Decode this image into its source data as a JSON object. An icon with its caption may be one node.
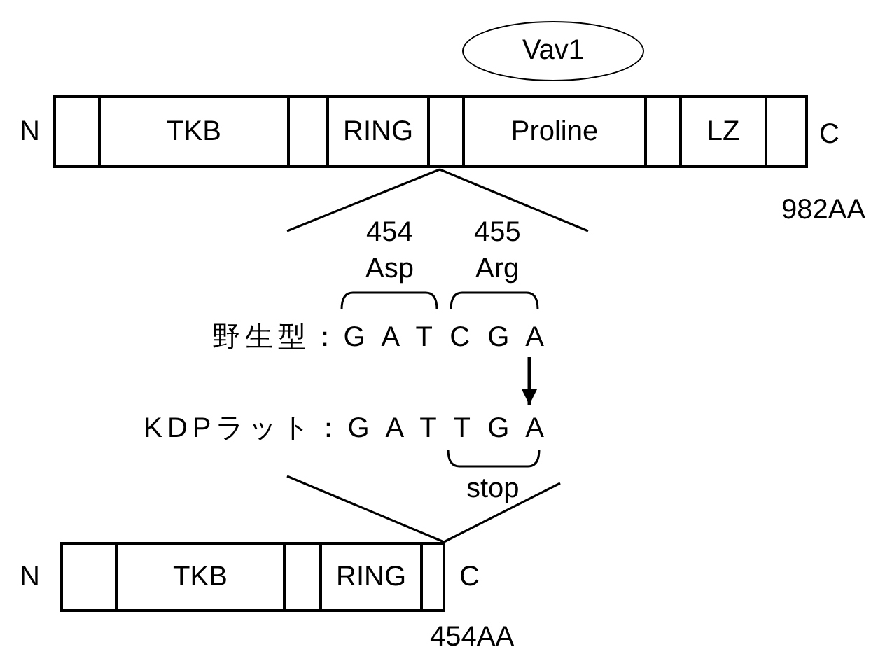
{
  "diagram": {
    "nodes": [
      {
        "text": [
          "Vav1"
        ]
      },
      {
        "text": [],
        "shape": "box"
      },
      {
        "text": [
          "TKB"
        ]
      },
      {
        "text": [],
        "shape": "box"
      },
      {
        "text": [
          "RING"
        ]
      },
      {
        "text": [],
        "shape": "box"
      },
      {
        "text": [
          "Proline"
        ]
      },
      {
        "text": [],
        "shape": "box"
      },
      {
        "text": [
          "LZ"
        ]
      },
      {
        "text": [],
        "shape": "box"
      },
      {
        "text": [
          "野生型：G A T C G A"
        ]
      },
      {
        "text": [
          "KDPラット：G A T T G A"
        ]
      },
      {
        "text": [],
        "shape": "box"
      },
      {
        "text": [
          "TKB"
        ]
      },
      {
        "text": [],
        "shape": "box"
      },
      {
        "text": [
          "RING"
        ]
      },
      {
        "text": [],
        "shape": "box"
      }
    ],
    "edges": [
      {
        "from": 10,
        "to": 11,
        "arrow": "to"
      }
    ],
    "labels": [
      "N",
      "C",
      "982AA",
      "454",
      "455",
      "Asp",
      "Arg",
      "stop",
      "N",
      "C",
      "454AA"
    ]
  }
}
